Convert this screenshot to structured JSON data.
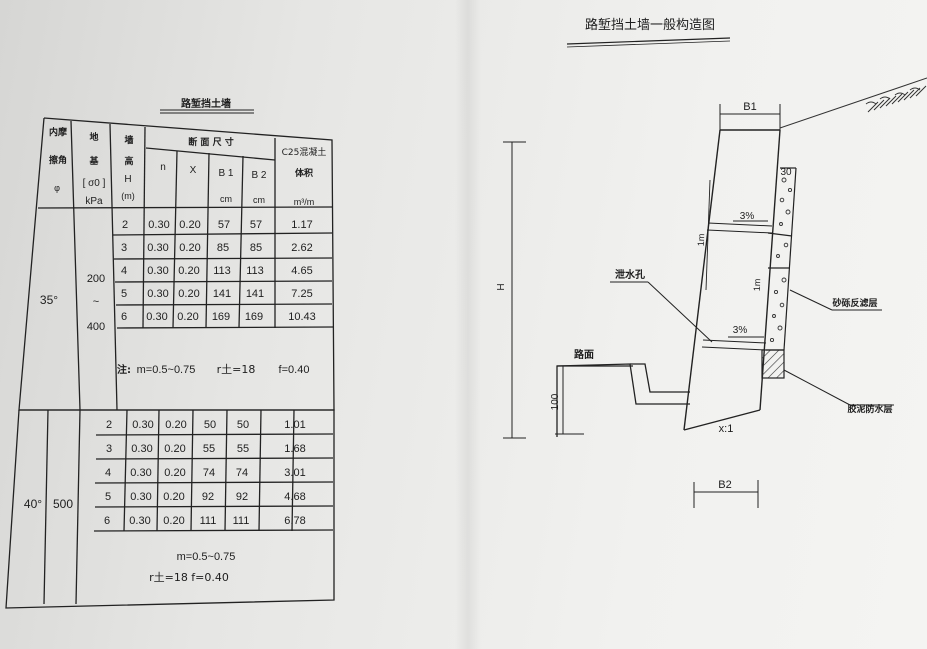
{
  "table": {
    "title": "路堑挡土墙",
    "headers": {
      "friction_angle": [
        "内摩",
        "擦角",
        "φ"
      ],
      "foundation": [
        "地",
        "基",
        "[ σ0 ]",
        "kPa"
      ],
      "wall_height": [
        "墙",
        "高",
        "H",
        "(m)"
      ],
      "section_dims": "断  面  尺  寸",
      "n": "n",
      "x": "X",
      "b1": "B 1",
      "b2": "B 2",
      "cm1": "cm",
      "cm2": "cm",
      "concrete": [
        "C25混凝土",
        "体积",
        "m³/m"
      ]
    },
    "group1": {
      "angle": "35°",
      "foundation": [
        "200",
        "~",
        "400"
      ],
      "rows": [
        {
          "h": "2",
          "n": "0.30",
          "x": "0.20",
          "b1": "57",
          "b2": "57",
          "v": "1.17"
        },
        {
          "h": "3",
          "n": "0.30",
          "x": "0.20",
          "b1": "85",
          "b2": "85",
          "v": "2.62"
        },
        {
          "h": "4",
          "n": "0.30",
          "x": "0.20",
          "b1": "113",
          "b2": "113",
          "v": "4.65"
        },
        {
          "h": "5",
          "n": "0.30",
          "x": "0.20",
          "b1": "141",
          "b2": "141",
          "v": "7.25"
        },
        {
          "h": "6",
          "n": "0.30",
          "x": "0.20",
          "b1": "169",
          "b2": "169",
          "v": "10.43"
        }
      ],
      "note": {
        "label": "注:",
        "m": "m=0.5~0.75",
        "r": "r土=18",
        "f": "f=0.40"
      }
    },
    "group2": {
      "angle": "40°",
      "foundation": "500",
      "rows": [
        {
          "h": "2",
          "n": "0.30",
          "x": "0.20",
          "b1": "50",
          "b2": "50",
          "v": "1.01"
        },
        {
          "h": "3",
          "n": "0.30",
          "x": "0.20",
          "b1": "55",
          "b2": "55",
          "v": "1.68"
        },
        {
          "h": "4",
          "n": "0.30",
          "x": "0.20",
          "b1": "74",
          "b2": "74",
          "v": "3.01"
        },
        {
          "h": "5",
          "n": "0.30",
          "x": "0.20",
          "b1": "92",
          "b2": "92",
          "v": "4.68"
        },
        {
          "h": "6",
          "n": "0.30",
          "x": "0.20",
          "b1": "111",
          "b2": "111",
          "v": "6.78"
        }
      ],
      "note": {
        "m": "m=0.5~0.75",
        "rf": "r土=18  f=0.40"
      }
    }
  },
  "drawing": {
    "title": "路堑挡土墙一般构造图",
    "b1": "B1",
    "b2": "B2",
    "h": "H",
    "dim30": "30",
    "dim1m_a": "1m",
    "dim1m_b": "1m",
    "slope_a": "3%",
    "slope_b": "3%",
    "weep_hole": "泄水孔",
    "road_surface": "路面",
    "dim100": "100",
    "batter": "x:1",
    "gravel_filter": "砂砾反滤层",
    "clay_waterproof": "胶泥防水层"
  }
}
